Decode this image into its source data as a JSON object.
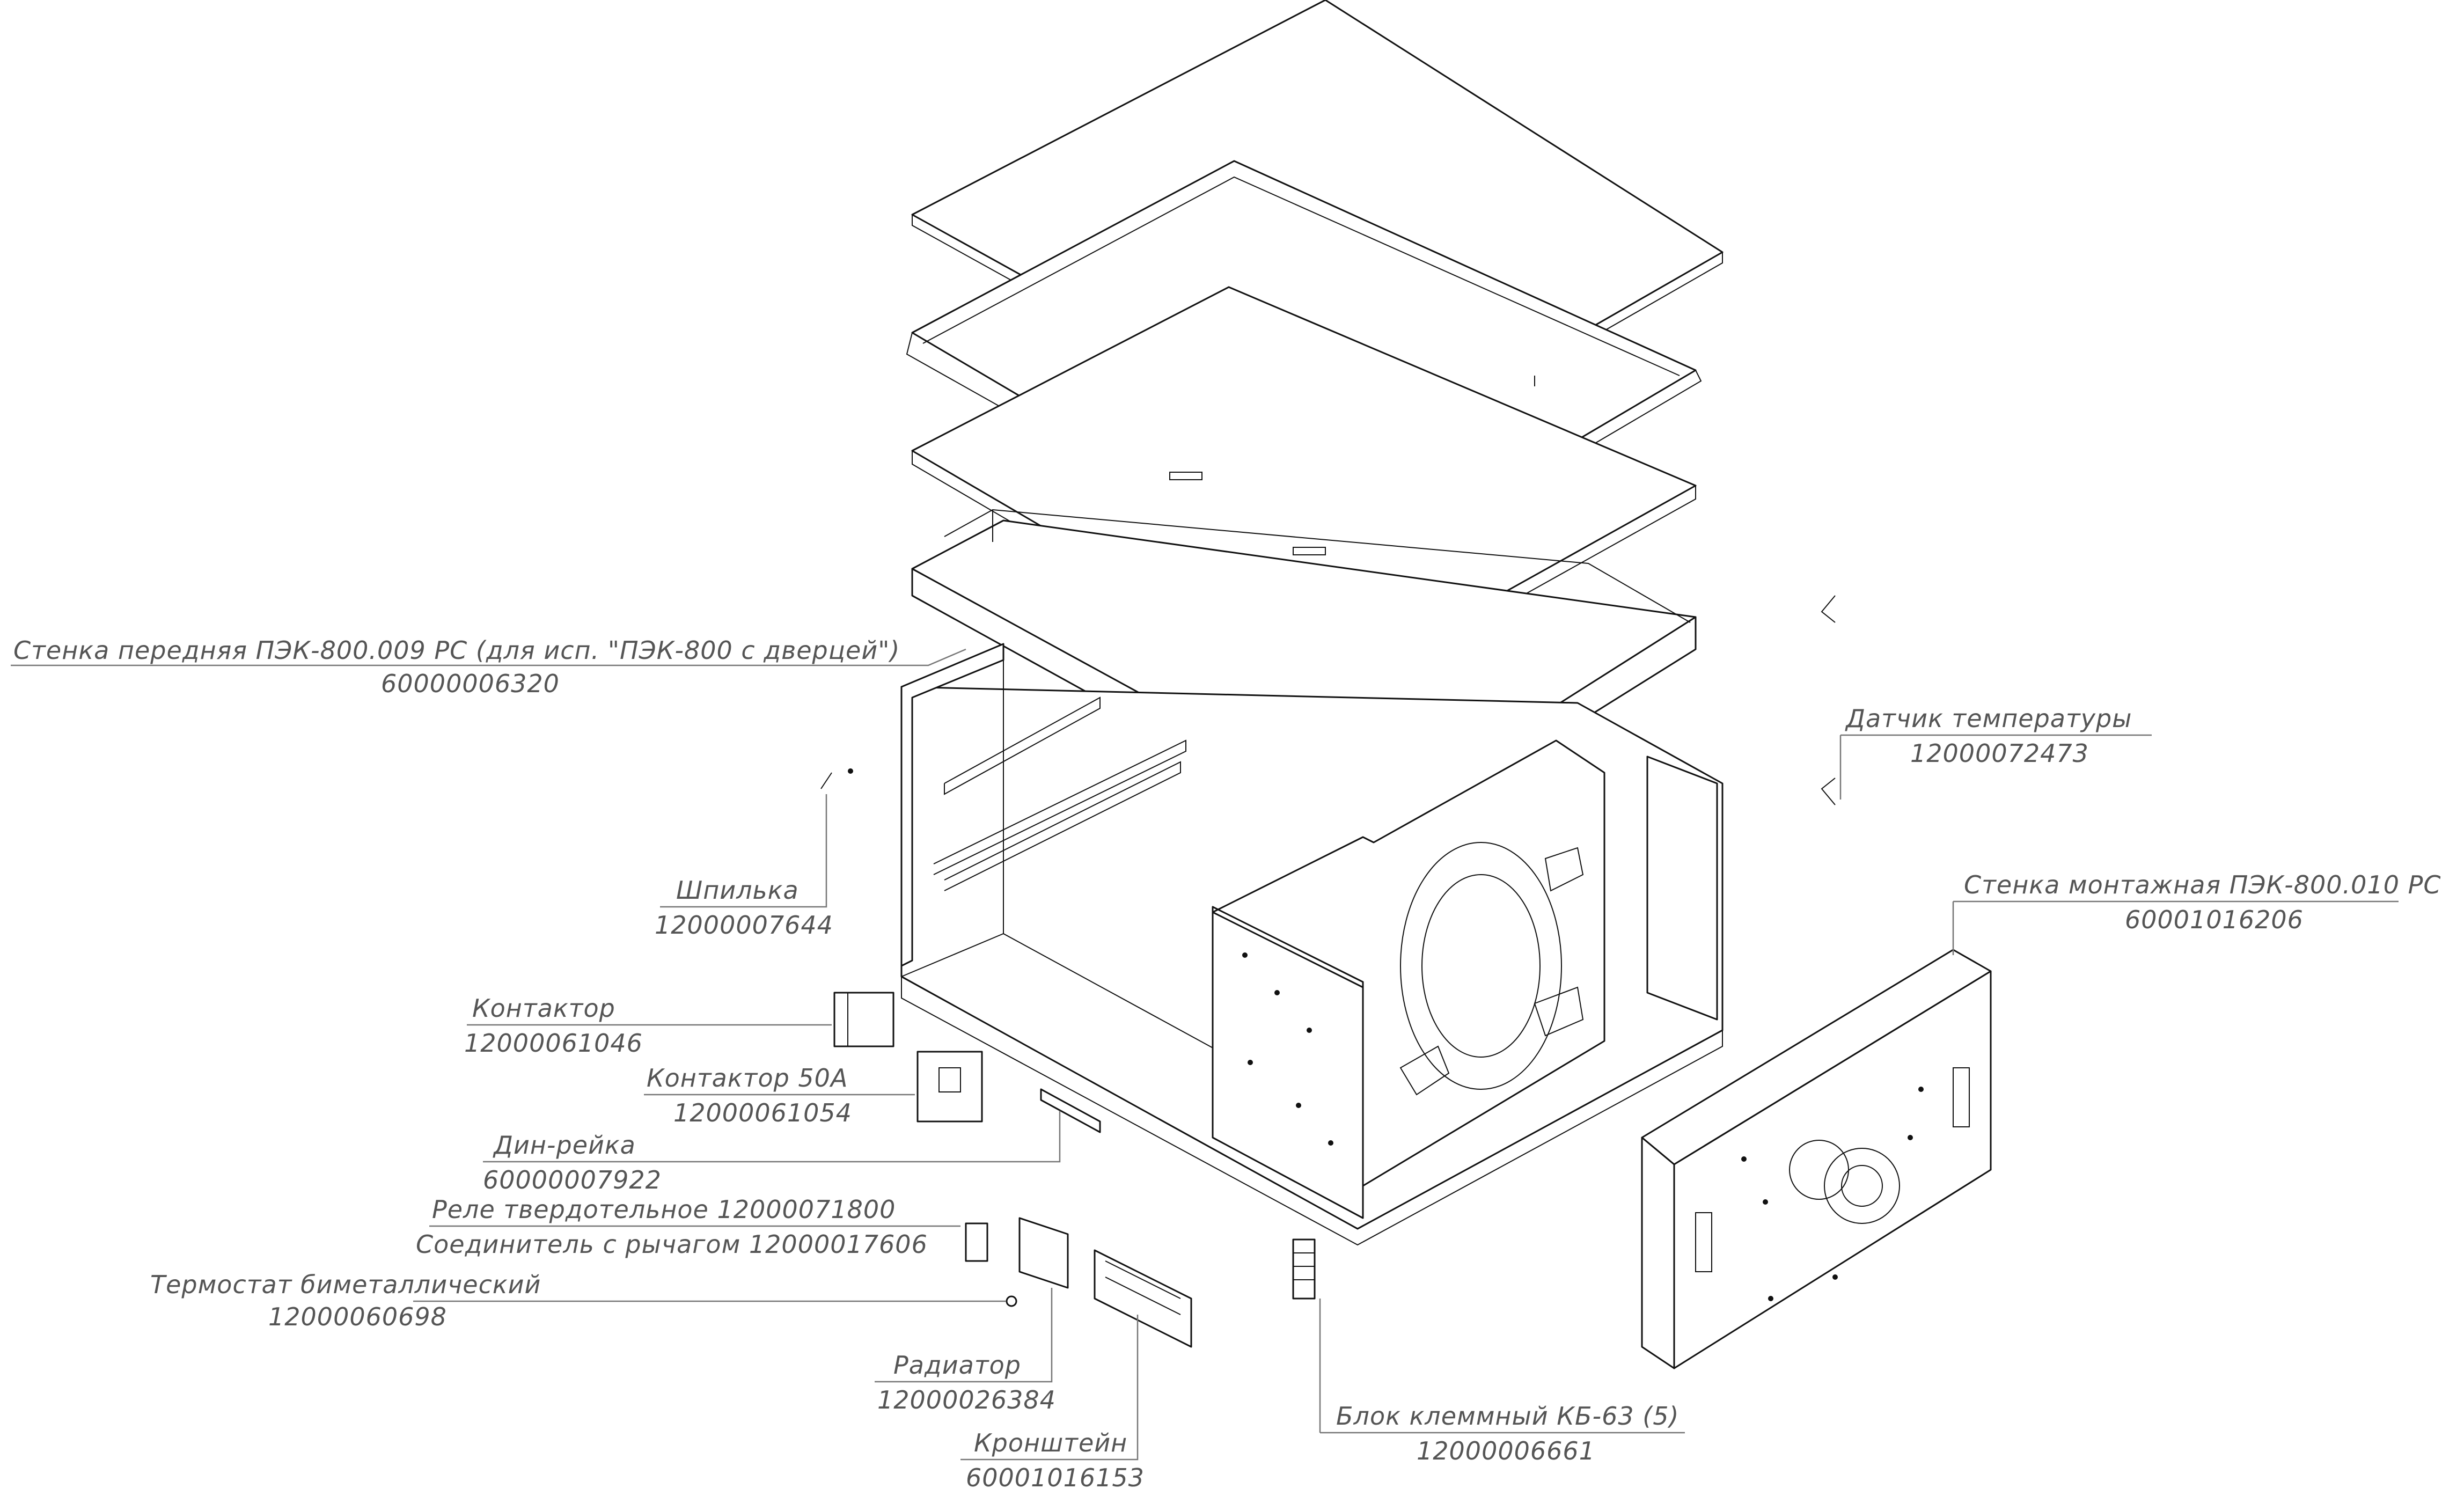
{
  "callouts": [
    {
      "id": "front-wall",
      "name": "Стенка передняя ПЭК-800.009 РС (для исп. \"ПЭК-800 с дверцей\")",
      "code": "60000006320"
    },
    {
      "id": "temp-sensor",
      "name": "Датчик температуры",
      "code": "12000072473"
    },
    {
      "id": "mount-wall",
      "name": "Стенка монтажная ПЭК-800.010 РС",
      "code": "60001016206"
    },
    {
      "id": "stud",
      "name": "Шпилька",
      "code": "12000007644"
    },
    {
      "id": "contactor",
      "name": "Контактор",
      "code": "12000061046"
    },
    {
      "id": "contactor-50a",
      "name": "Контактор 50А",
      "code": "12000061054"
    },
    {
      "id": "din-rail",
      "name": "Дин-рейка",
      "code": "60000007922"
    },
    {
      "id": "ssr",
      "name": "Реле твердотельное 12000071800",
      "code": "Соединитель с рычагом 12000017606"
    },
    {
      "id": "thermostat",
      "name": "Термостат биметаллический",
      "code": "12000060698"
    },
    {
      "id": "radiator",
      "name": "Радиатор",
      "code": "12000026384"
    },
    {
      "id": "bracket",
      "name": "Кронштейн",
      "code": "60001016153"
    },
    {
      "id": "terminal-block",
      "name": "Блок клеммный КБ-63 (5)",
      "code": "12000006661"
    }
  ]
}
